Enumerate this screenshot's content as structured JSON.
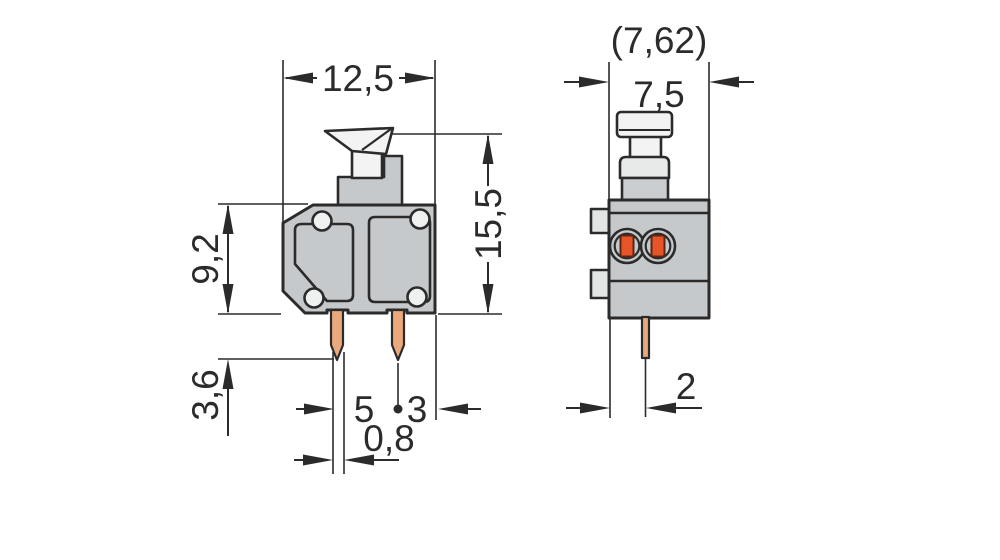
{
  "side_view": {
    "width_label": "12,5",
    "body_height_label": "9,2",
    "overall_height_label": "15,5",
    "pin_length_label": "3,6",
    "pin_spacing_label": "5",
    "pin_edge_label": "3",
    "pin_width_label": "0,8"
  },
  "front_view": {
    "pitch_ref_label": "(7,62)",
    "width_label": "7,5",
    "pin_offset_label": "2"
  },
  "colors": {
    "line": "#2b2b2b",
    "body_gray": "#c6c9cb",
    "hole_fill": "#eff0f0",
    "pin_copper": "#eaa97d",
    "contact_orange": "#e65427",
    "button_white": "#f2f3f2",
    "collar_gray": "#e8e9e9",
    "tab_gray": "#e3e5e5",
    "base_gray": "#caced0"
  }
}
